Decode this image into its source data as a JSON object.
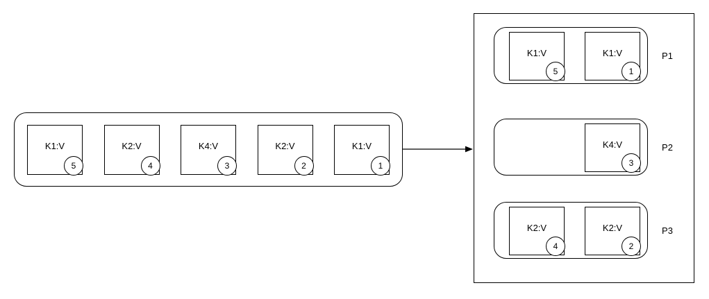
{
  "diagram": {
    "background": "#ffffff",
    "stroke": "#000000",
    "source_queue": {
      "messages": [
        {
          "key": "K1:V",
          "seq": "5"
        },
        {
          "key": "K2:V",
          "seq": "4"
        },
        {
          "key": "K4:V",
          "seq": "3"
        },
        {
          "key": "K2:V",
          "seq": "2"
        },
        {
          "key": "K1:V",
          "seq": "1"
        }
      ]
    },
    "partitions": [
      {
        "label": "P1",
        "slots": [
          {
            "key": "K1:V",
            "seq": "5"
          },
          {
            "key": "K1:V",
            "seq": "1"
          }
        ]
      },
      {
        "label": "P2",
        "slots": [
          null,
          {
            "key": "K4:V",
            "seq": "3"
          }
        ]
      },
      {
        "label": "P3",
        "slots": [
          {
            "key": "K2:V",
            "seq": "4"
          },
          {
            "key": "K2:V",
            "seq": "2"
          }
        ]
      }
    ]
  }
}
